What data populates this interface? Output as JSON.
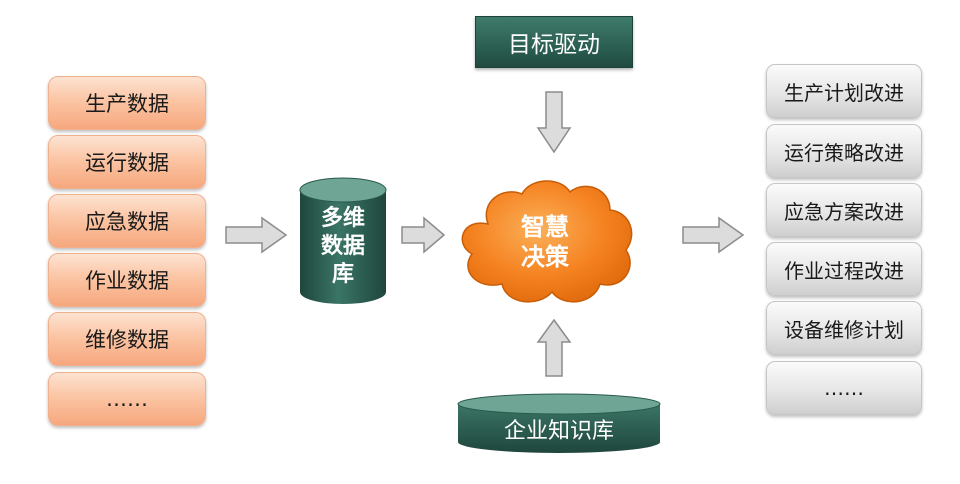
{
  "source_data": [
    {
      "label": "生产数据"
    },
    {
      "label": "运行数据"
    },
    {
      "label": "应急数据"
    },
    {
      "label": "作业数据"
    },
    {
      "label": "维修数据"
    },
    {
      "label": "……"
    }
  ],
  "database": {
    "line1": "多维",
    "line2": "数据",
    "line3": "库"
  },
  "target": {
    "label": "目标驱动"
  },
  "core": {
    "line1": "智慧",
    "line2": "决策"
  },
  "knowledge_base": {
    "label": "企业知识库"
  },
  "results": [
    {
      "label": "生产计划改进"
    },
    {
      "label": "运行策略改进"
    },
    {
      "label": "应急方案改进"
    },
    {
      "label": "作业过程改进"
    },
    {
      "label": "设备维修计划"
    },
    {
      "label": "……"
    }
  ],
  "colors": {
    "source_fill": "#f9b896",
    "result_fill": "#e3e3e3",
    "dark_green": "#2b5f52",
    "cloud_orange": "#f58220",
    "arrow_fill": "#d9d9d9"
  }
}
